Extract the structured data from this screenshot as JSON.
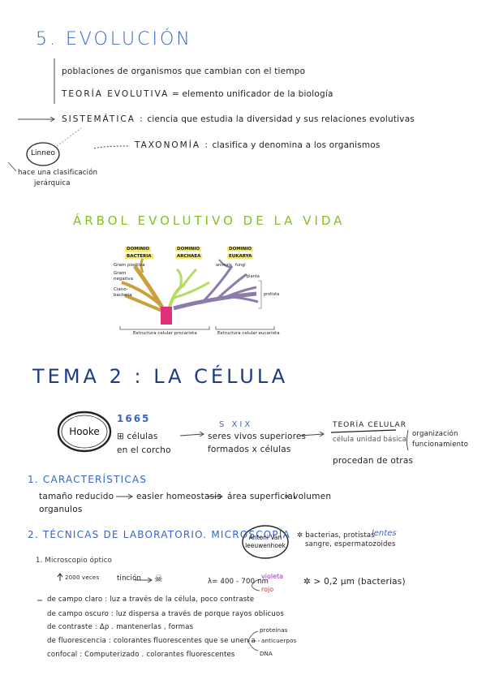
{
  "unit1": {
    "title": "5. EVOLUCIÓN",
    "line1": "poblaciones de organismos que cambian con el tiempo",
    "line2_a": "TEORÍA EVOLUTIVA",
    "line2_b": "elemento unificador de la biología",
    "line3_a": "SISTEMÁTICA :",
    "line3_b": "ciencia que estudia la diversidad y sus relaciones evolutivas",
    "line4_a": "TAXONOMÍA :",
    "line4_b": "clasifica y denomina a los organismos",
    "linneo": "Linneo",
    "linneo_note1": "hace una clasificación",
    "linneo_note2": "jerárquica"
  },
  "tree": {
    "title": "ÁRBOL EVOLUTIVO DE LA VIDA",
    "domain1_a": "DOMINIO",
    "domain1_b": "BACTERIA",
    "domain2_a": "DOMINIO",
    "domain2_b": "ARCHAEA",
    "domain3_a": "DOMINIO",
    "domain3_b": "EUKARYA",
    "gram_pos": "Gram positiva",
    "gram_neg_a": "Gram",
    "gram_neg_b": "negativa",
    "ciano_a": "Ciano-",
    "ciano_b": "bacteria",
    "animals": "animals",
    "fungi": "fungi",
    "plants": "planta",
    "protists": "protista",
    "caption_left": "Estructura celular procariota",
    "caption_right": "Estructura celular eucariota",
    "colors": {
      "bacteria": "#c8a03c",
      "archaea": "#b7dc64",
      "eukarya": "#8c7cac",
      "root": "#e0307a",
      "domain_label": "#f5ea7a"
    }
  },
  "unit2": {
    "title": "TEMA 2 : LA CÉLULA",
    "hooke": "Hooke",
    "year": "1665",
    "hooke_t1": "células",
    "hooke_t2": "en el corcho",
    "sxix": "S XIX",
    "sxix_t1": "seres vivos superiores",
    "sxix_t2": "formados x células",
    "teoria": "TEORÍA CELULAR",
    "teoria_t1": "célula unidad básica",
    "teoria_t2": "procedan de otras",
    "org_a": "organización",
    "org_b": "funcionamiento"
  },
  "caract": {
    "title": "1. CARACTERÍSTICAS",
    "t1": "tamaño reducido",
    "t2": "easier homeostasis",
    "t3": "área superficial",
    "t4": "volumen",
    "t5": "organulos"
  },
  "tecnicas": {
    "title": "2. TÉCNICAS DE LABORATORIO. MICROSCOPÍA",
    "antoni_a": "Antoni Van",
    "antoni_b": "leeuwenhoek",
    "bact": "bacterias, protistas",
    "lentes": "lentes",
    "sangre": "sangre, espermatozoides",
    "sub1": "1. Microscopio óptico",
    "aumentos": "2000 veces",
    "tincion": "tinción",
    "longitud": "λ= 400 - 700 nm",
    "violeta": "violeta",
    "rojo": "rojo",
    "resol": "> 0,2 µm (bacterias)",
    "c1": "de campo claro : luz a través de la célula, poco contraste",
    "c2": "de campo oscuro : luz dispersa a través de porque rayos oblicuos",
    "c3": "de contraste : Δρ . mantenerlas , formas",
    "c4": "de fluorescencia : colorantes fluorescentes que se unen a",
    "c5": "confocal : Computerizado . colorantes fluorescentes",
    "p1": "proteínas",
    "p2": "anticuerpos",
    "p3": "DNA"
  }
}
